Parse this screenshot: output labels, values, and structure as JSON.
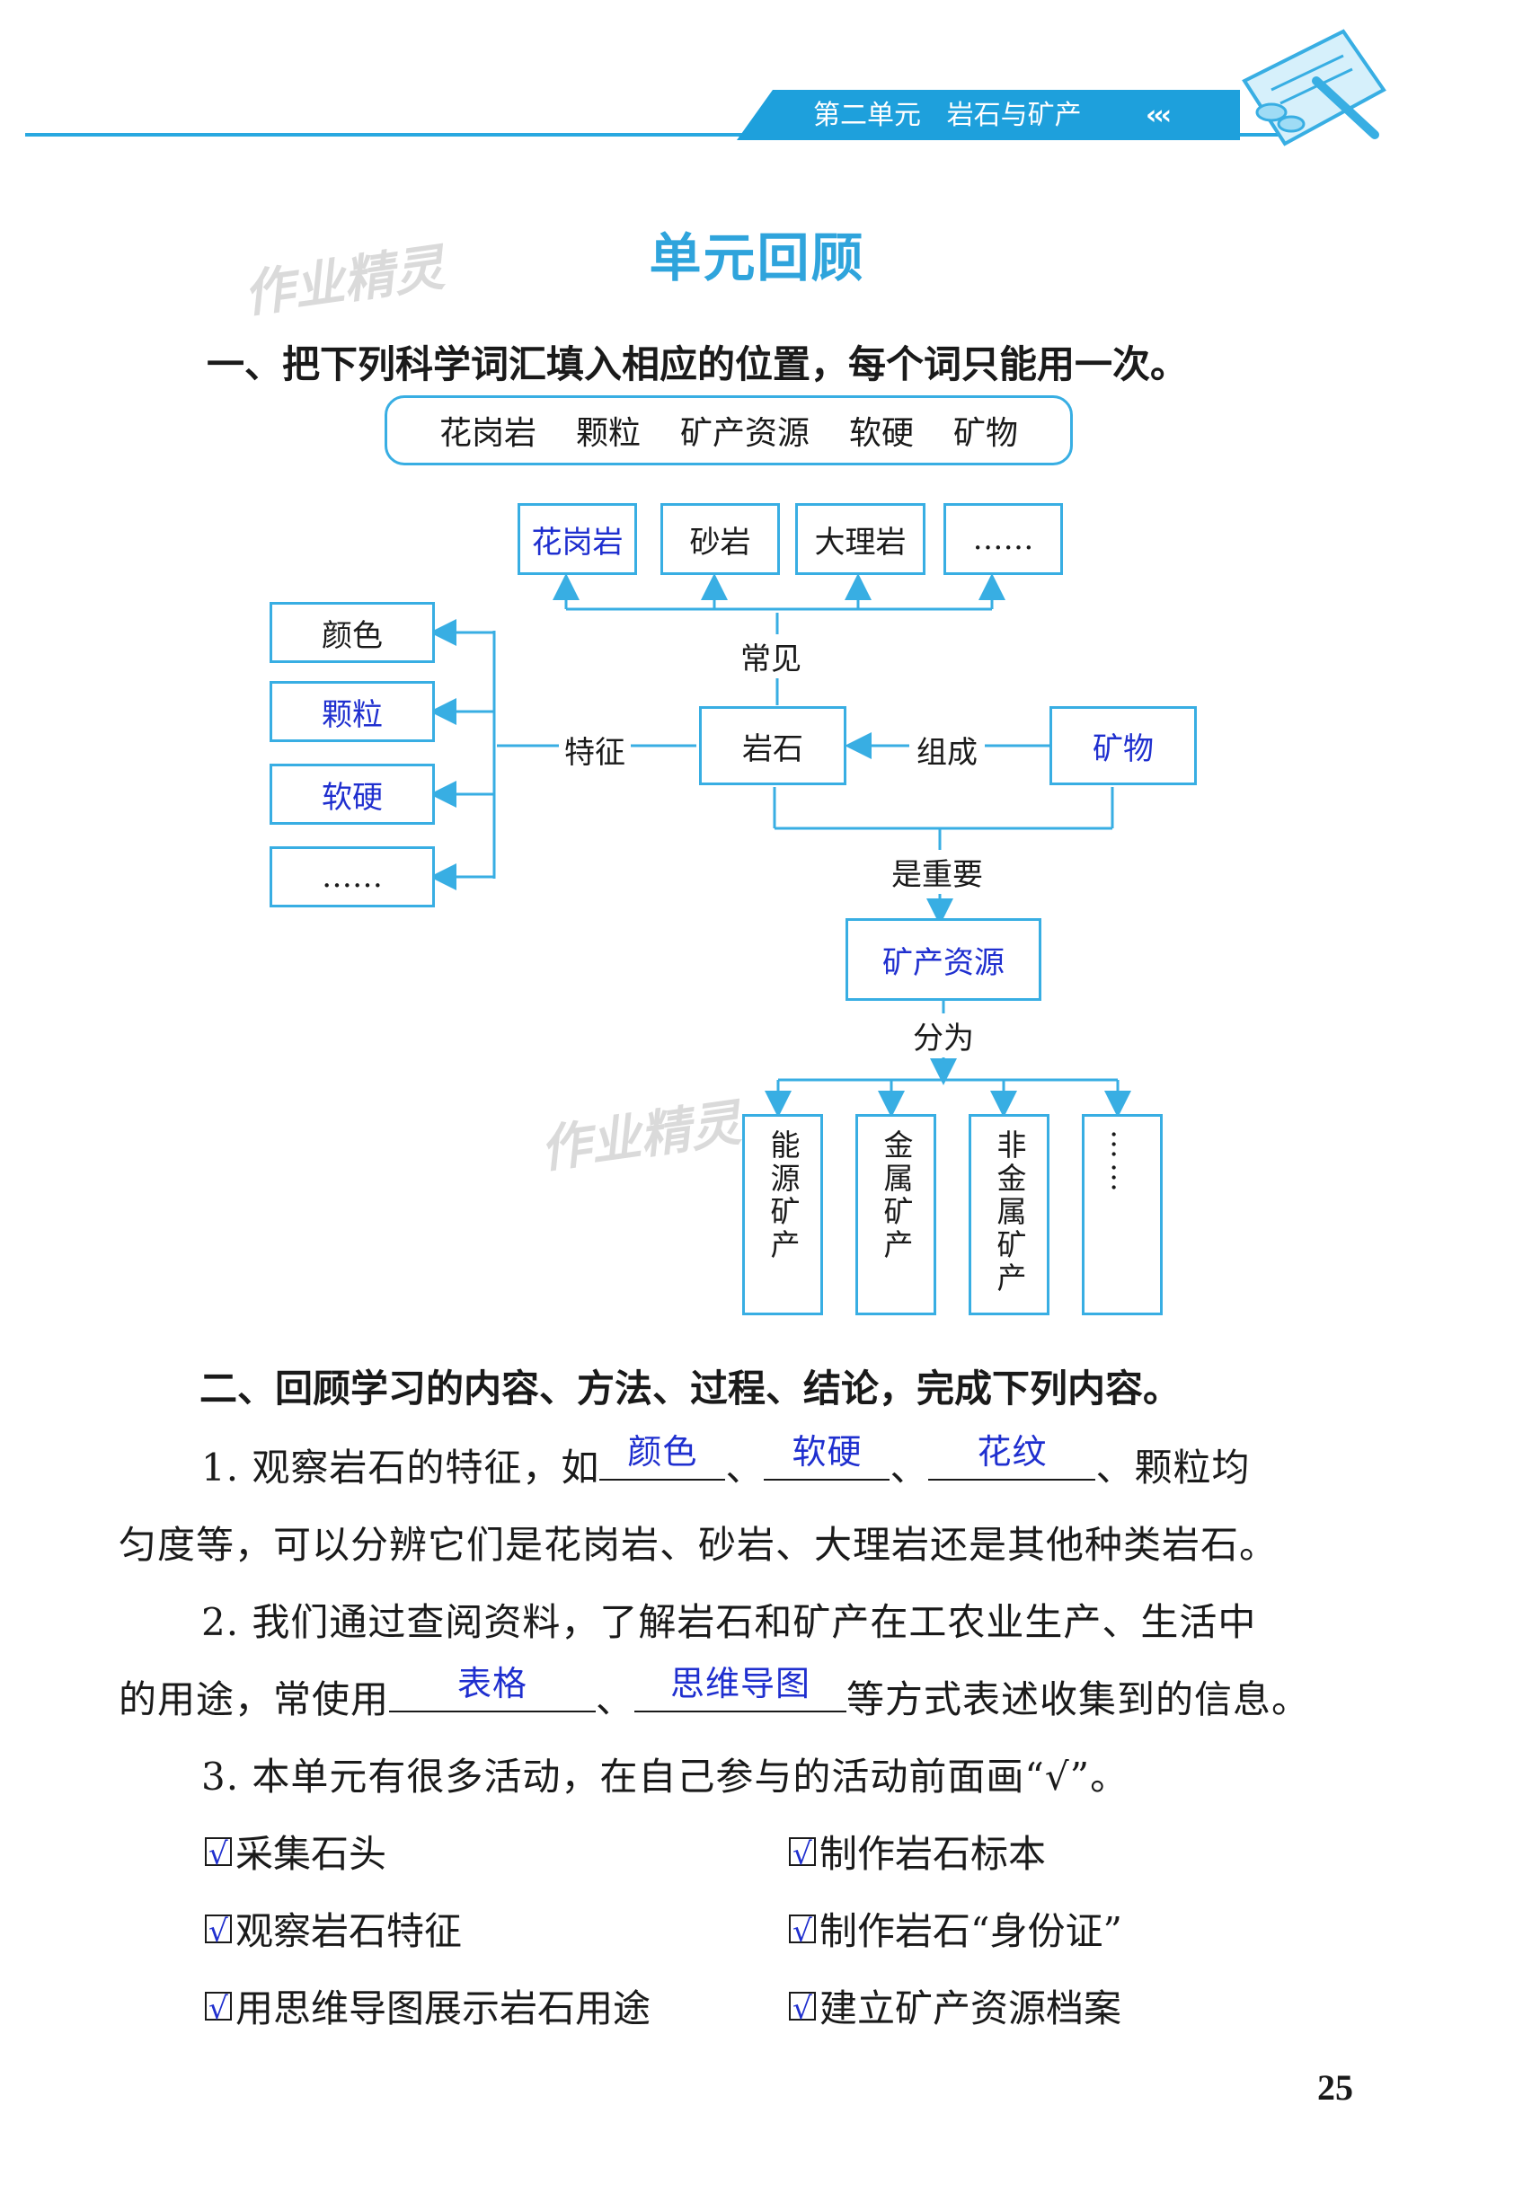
{
  "header": {
    "unit": "第二单元",
    "unit_title": "岩石与矿产",
    "chevrons": "‹‹‹"
  },
  "title": "单元回顾",
  "section1": {
    "heading": "一、把下列科学词汇填入相应的位置，每个词只能用一次。",
    "word_bank": [
      "花岗岩",
      "颗粒",
      "矿产资源",
      "软硬",
      "矿物"
    ],
    "common_rocks": [
      "花岗岩",
      "砂岩",
      "大理岩",
      "……"
    ],
    "common_label": "常见",
    "rock": "岩石",
    "features_label": "特征",
    "features": [
      "颜色",
      "颗粒",
      "软硬",
      "……"
    ],
    "composition_label": "组成",
    "mineral": "矿物",
    "important_label": "是重要",
    "mineral_resources": "矿产资源",
    "divided_label": "分为",
    "resource_types": [
      "能源矿产",
      "金属矿产",
      "非金属矿产",
      "……"
    ]
  },
  "section2": {
    "heading": "二、回顾学习的内容、方法、过程、结论，完成下列内容。",
    "item1": {
      "prefix": "1. 观察岩石的特征，如",
      "answers": [
        "颜色",
        "软硬",
        "花纹"
      ],
      "sep": "、",
      "suffix": "、颗粒均",
      "line2": "匀度等，可以分辨它们是花岗岩、砂岩、大理岩还是其他种类岩石。"
    },
    "item2": {
      "line1": "2. 我们通过查阅资料，了解岩石和矿产在工农业生产、生活中",
      "prefix": "的用途，常使用",
      "answers": [
        "表格",
        "思维导图"
      ],
      "sep": "、",
      "suffix": "等方式表述收集到的信息。"
    },
    "item3": {
      "text": "3. 本单元有很多活动，在自己参与的活动前面画“√”。",
      "check_mark": "√",
      "activities": [
        "采集石头",
        "制作岩石标本",
        "观察岩石特征",
        "制作岩石“身份证”",
        "用思维导图展示岩石用途",
        "建立矿产资源档案"
      ]
    }
  },
  "page_number": "25",
  "watermark": "作业精灵",
  "colors": {
    "accent": "#29a8e0",
    "answer": "#1f2fcf"
  }
}
